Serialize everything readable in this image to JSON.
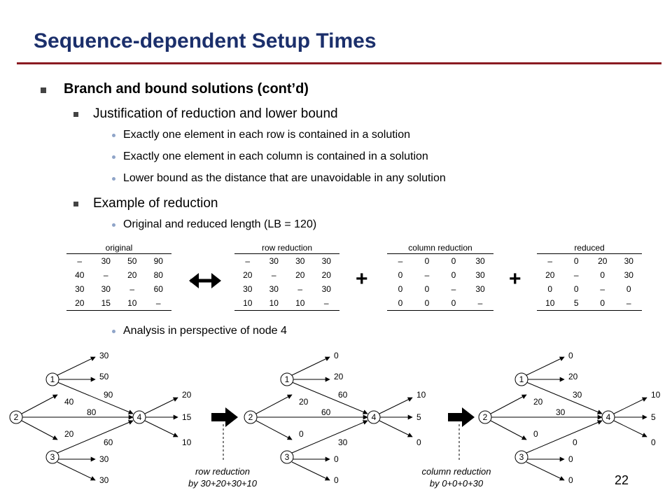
{
  "title": "Sequence-dependent  Setup Times",
  "bullets": [
    {
      "level": 1,
      "text": "Branch and bound solutions (cont’d)"
    },
    {
      "level": 2,
      "text": "Justification of reduction and lower bound"
    },
    {
      "level": 3,
      "text": "Exactly one element in each row is contained in a solution"
    },
    {
      "level": 3,
      "text": "Exactly one element in each column is contained in a solution"
    },
    {
      "level": 3,
      "text": "Lower bound as the distance that are unavoidable in any solution"
    },
    {
      "level": 2,
      "text": "Example of reduction"
    },
    {
      "level": 3,
      "text": "Original and reduced length (LB = 120)"
    },
    {
      "level": 3,
      "text": "Analysis in perspective of node 4"
    }
  ],
  "matrices": [
    {
      "title": "original",
      "rows": [
        [
          "–",
          "30",
          "50",
          "90"
        ],
        [
          "40",
          "–",
          "20",
          "80"
        ],
        [
          "30",
          "30",
          "–",
          "60"
        ],
        [
          "20",
          "15",
          "10",
          "–"
        ]
      ]
    },
    {
      "title": "row reduction",
      "rows": [
        [
          "–",
          "30",
          "30",
          "30"
        ],
        [
          "20",
          "–",
          "20",
          "20"
        ],
        [
          "30",
          "30",
          "–",
          "30"
        ],
        [
          "10",
          "10",
          "10",
          "–"
        ]
      ]
    },
    {
      "title": "column reduction",
      "rows": [
        [
          "–",
          "0",
          "0",
          "30"
        ],
        [
          "0",
          "–",
          "0",
          "30"
        ],
        [
          "0",
          "0",
          "–",
          "30"
        ],
        [
          "0",
          "0",
          "0",
          "–"
        ]
      ]
    },
    {
      "title": "reduced",
      "rows": [
        [
          "–",
          "0",
          "20",
          "30"
        ],
        [
          "20",
          "–",
          "0",
          "30"
        ],
        [
          "0",
          "0",
          "–",
          "0"
        ],
        [
          "10",
          "5",
          "0",
          "–"
        ]
      ]
    }
  ],
  "plus_sign": "+",
  "diagrams": [
    {
      "nodes": [
        "1",
        "2",
        "3",
        "4"
      ],
      "out1": [
        "30",
        "50"
      ],
      "out3": [
        "30",
        "30"
      ],
      "e14": "90",
      "e24": "80",
      "e34": "60",
      "in2up": "40",
      "in2down": "20",
      "out4": [
        "20",
        "15",
        "10"
      ]
    },
    {
      "nodes": [
        "1",
        "2",
        "3",
        "4"
      ],
      "out1": [
        "0",
        "20"
      ],
      "out3": [
        "0",
        "0"
      ],
      "e14": "60",
      "e24": "60",
      "e34": "30",
      "in2up": "20",
      "in2down": "0",
      "out4": [
        "10",
        "5",
        "0"
      ]
    },
    {
      "nodes": [
        "1",
        "2",
        "3",
        "4"
      ],
      "out1": [
        "0",
        "20"
      ],
      "out3": [
        "0",
        "0"
      ],
      "e14": "30",
      "e24": "30",
      "e34": "0",
      "in2up": "20",
      "in2down": "0",
      "out4": [
        "10",
        "5",
        "0"
      ]
    }
  ],
  "captions": [
    {
      "line1": "row reduction",
      "line2": "by 30+20+30+10"
    },
    {
      "line1": "column reduction",
      "line2": "by 0+0+0+30"
    }
  ],
  "icons": {
    "double_arrow": "double-headed-arrow-icon",
    "right_arrow": "right-arrow-icon"
  },
  "colors": {
    "title": "#1b2f6b",
    "rule": "#8a1a22",
    "bullet_dot": "#8fa4c8"
  },
  "page_number": "22"
}
